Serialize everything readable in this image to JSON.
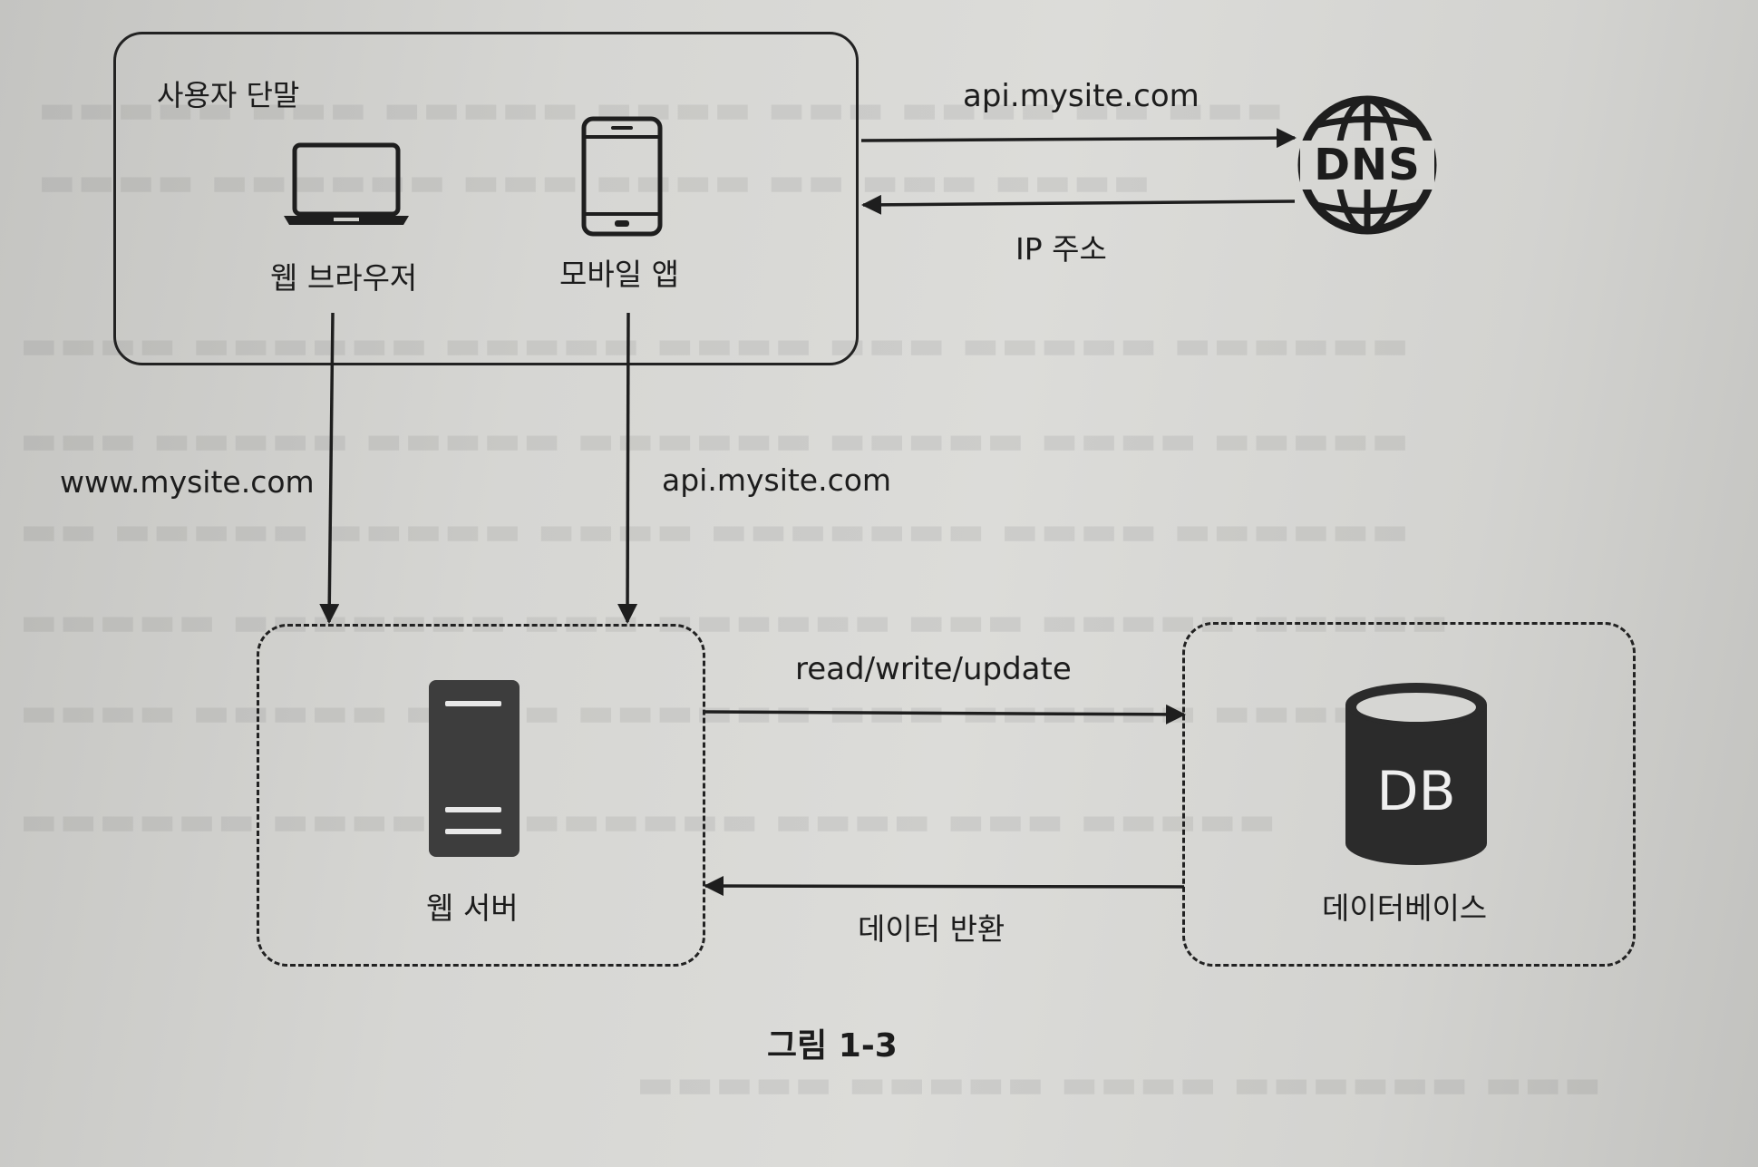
{
  "diagram": {
    "client_group": {
      "label": "사용자 단말"
    },
    "web_browser": {
      "label": "웹 브라우저"
    },
    "mobile_app": {
      "label": "모바일 앱"
    },
    "dns": {
      "label": "DNS"
    },
    "web_server": {
      "label": "웹 서버"
    },
    "database": {
      "label": "데이터베이스",
      "icon_text": "DB"
    },
    "edges": {
      "to_dns": "api.mysite.com",
      "from_dns": "IP 주소",
      "browser_to_server": "www.mysite.com",
      "app_to_server": "api.mysite.com",
      "server_to_db": "read/write/update",
      "db_to_server": "데이터 반환"
    },
    "caption": "그림 1-3"
  },
  "colors": {
    "ink": "#1e1e1e",
    "server_fill": "#3d3d3d",
    "db_fill": "#2b2b2b"
  },
  "icons": [
    "laptop-icon",
    "smartphone-icon",
    "globe-icon",
    "server-icon",
    "database-icon"
  ]
}
